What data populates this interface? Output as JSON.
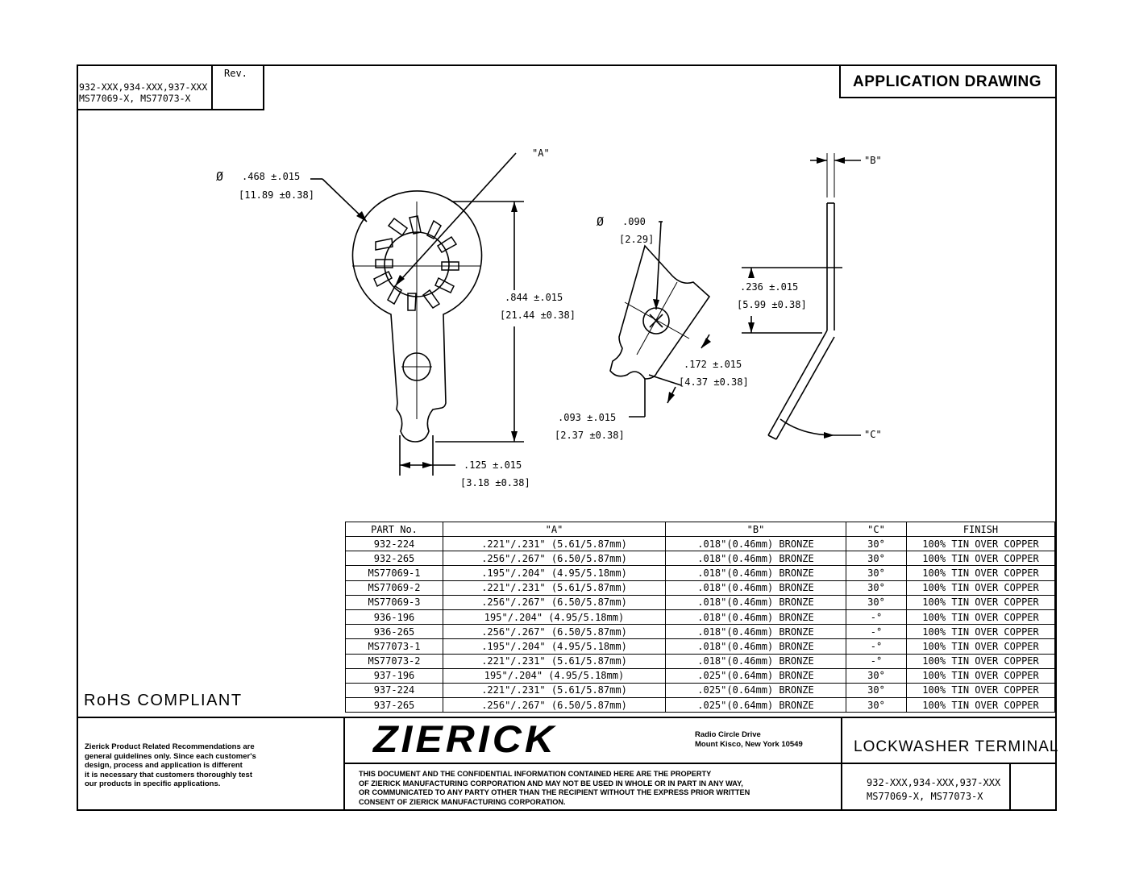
{
  "header": {
    "part_numbers_line1": "932-XXX,934-XXX,937-XXX",
    "part_numbers_line2": "MS77069-X, MS77073-X",
    "rev_label": "Rev.",
    "drawing_type": "APPLICATION DRAWING"
  },
  "dimensions": {
    "diameter_symbol": "Ø",
    "outer_diameter": ".468 ±.015",
    "outer_diameter_mm": "[11.89 ±0.38]",
    "label_a": "\"A\"",
    "overall_length": ".844 ±.015",
    "overall_length_mm": "[21.44 ±0.38]",
    "tip_width": ".125 ±.015",
    "tip_width_mm": "[3.18 ±0.38]",
    "hole_diameter": ".090",
    "hole_diameter_mm": "[2.29]",
    "hole_offset": ".172 ±.015",
    "hole_offset_mm": "[4.37 ±0.38]",
    "notch_offset": ".093 ±.015",
    "notch_offset_mm": "[2.37 ±0.38]",
    "label_b": "\"B\"",
    "bend_height": ".236 ±.015",
    "bend_height_mm": "[5.99 ±0.38]",
    "label_c": "\"C\""
  },
  "parts_table": {
    "headers": [
      "PART No.",
      "\"A\"",
      "\"B\"",
      "\"C\"",
      "FINISH"
    ],
    "rows": [
      [
        "932-224",
        ".221\"/.231\" (5.61/5.87mm)",
        ".018\"(0.46mm) BRONZE",
        "30°",
        "100% TIN OVER COPPER"
      ],
      [
        "932-265",
        ".256\"/.267\" (6.50/5.87mm)",
        ".018\"(0.46mm) BRONZE",
        "30°",
        "100% TIN OVER COPPER"
      ],
      [
        "MS77069-1",
        ".195\"/.204\" (4.95/5.18mm)",
        ".018\"(0.46mm) BRONZE",
        "30°",
        "100% TIN OVER COPPER"
      ],
      [
        "MS77069-2",
        ".221\"/.231\" (5.61/5.87mm)",
        ".018\"(0.46mm) BRONZE",
        "30°",
        "100% TIN OVER COPPER"
      ],
      [
        "MS77069-3",
        ".256\"/.267\" (6.50/5.87mm)",
        ".018\"(0.46mm) BRONZE",
        "30°",
        "100% TIN OVER COPPER"
      ],
      [
        "936-196",
        "195\"/.204\" (4.95/5.18mm)",
        ".018\"(0.46mm) BRONZE",
        "-°",
        "100% TIN OVER COPPER"
      ],
      [
        "936-265",
        ".256\"/.267\" (6.50/5.87mm)",
        ".018\"(0.46mm) BRONZE",
        "-°",
        "100% TIN OVER COPPER"
      ],
      [
        "MS77073-1",
        ".195\"/.204\" (4.95/5.18mm)",
        ".018\"(0.46mm) BRONZE",
        "-°",
        "100% TIN OVER COPPER"
      ],
      [
        "MS77073-2",
        ".221\"/.231\" (5.61/5.87mm)",
        ".018\"(0.46mm) BRONZE",
        "-°",
        "100% TIN OVER COPPER"
      ],
      [
        "937-196",
        "195\"/.204\" (4.95/5.18mm)",
        ".025\"(0.64mm) BRONZE",
        "30°",
        "100% TIN OVER COPPER"
      ],
      [
        "937-224",
        ".221\"/.231\" (5.61/5.87mm)",
        ".025\"(0.64mm) BRONZE",
        "30°",
        "100% TIN OVER COPPER"
      ],
      [
        "937-265",
        ".256\"/.267\" (6.50/5.87mm)",
        ".025\"(0.64mm) BRONZE",
        "30°",
        "100% TIN OVER COPPER"
      ]
    ]
  },
  "rohs": "RoHS COMPLIANT",
  "title_block": {
    "disclaimer": [
      "Zierick Product Related Recommendations are",
      "general guidelines only. Since each customer's",
      "design, process and application is different",
      "it is necessary that customers thoroughly test",
      "our products in specific applications."
    ],
    "logo_text": "ZIERICK",
    "address_line1": "Radio Circle Drive",
    "address_line2": "Mount Kisco, New York 10549",
    "confidential": [
      "THIS DOCUMENT AND THE CONFIDENTIAL INFORMATION CONTAINED HERE ARE THE PROPERTY",
      "OF ZIERICK MANUFACTURING CORPORATION AND MAY NOT BE USED IN WHOLE OR IN PART IN ANY WAY,",
      "OR COMMUNICATED TO ANY PARTY OTHER THAN THE RECIPIENT WITHOUT THE EXPRESS PRIOR WRITTEN",
      "CONSENT OF ZIERICK MANUFACTURING CORPORATION."
    ],
    "title": "LOCKWASHER TERMINAL",
    "part_numbers_line1": "932-XXX,934-XXX,937-XXX",
    "part_numbers_line2": "MS77069-X, MS77073-X"
  },
  "colors": {
    "ink": "#000000",
    "paper": "#ffffff"
  }
}
